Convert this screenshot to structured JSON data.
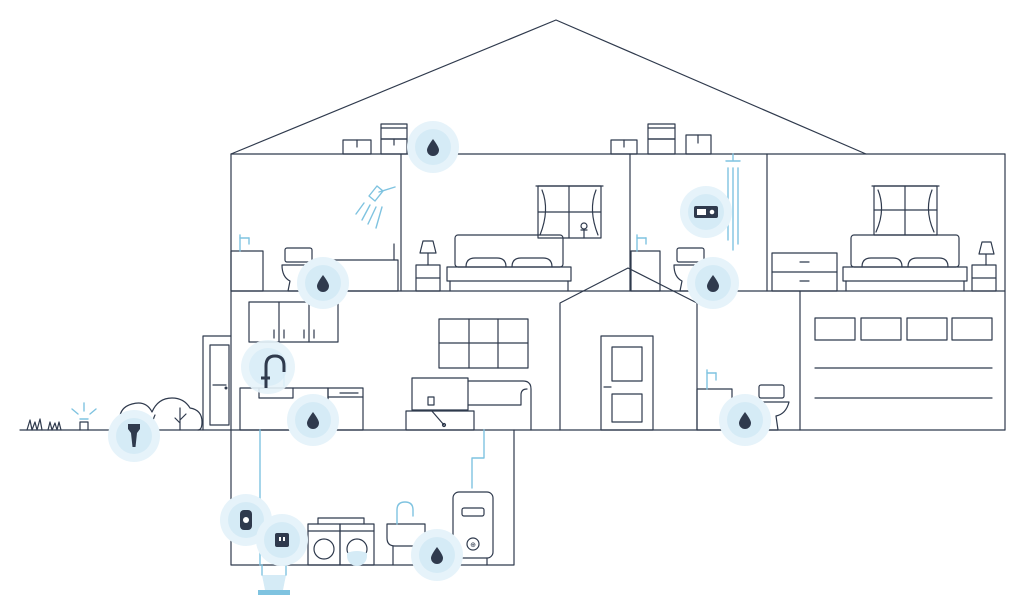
{
  "colors": {
    "outline": "#2f3a4d",
    "water_accent": "#7fc3e0",
    "sensor_halo": "#d5ebf6",
    "sensor_halo_inner": "#bfe0f1",
    "background": "#ffffff"
  },
  "icons": {
    "leak_sensor": "water-drop-icon",
    "flow_meter": "flow-meter-icon",
    "shower_controller": "digital-shower-control-icon",
    "shutoff_valve": "shutoff-valve-icon",
    "irrigation_sensor": "soil-sensor-icon",
    "outlet_module": "smart-plug-icon"
  },
  "sensors": [
    {
      "name": "attic-leak-sensor",
      "icon": "water-drop-icon"
    },
    {
      "name": "upstairs-bath-toilet-leak-sensor",
      "icon": "water-drop-icon"
    },
    {
      "name": "shower-controller",
      "icon": "digital-shower-control-icon"
    },
    {
      "name": "second-bath-toilet-leak-sensor",
      "icon": "water-drop-icon"
    },
    {
      "name": "kitchen-faucet-sensor",
      "icon": "faucet-icon"
    },
    {
      "name": "dishwasher-leak-sensor",
      "icon": "water-drop-icon"
    },
    {
      "name": "garage-toilet-leak-sensor",
      "icon": "water-drop-icon"
    },
    {
      "name": "yard-soil-sensor",
      "icon": "soil-sensor-icon"
    },
    {
      "name": "main-shutoff-valve",
      "icon": "shutoff-valve-icon"
    },
    {
      "name": "basement-smart-plug",
      "icon": "smart-plug-icon"
    },
    {
      "name": "water-heater-leak-sensor",
      "icon": "water-drop-icon"
    }
  ]
}
